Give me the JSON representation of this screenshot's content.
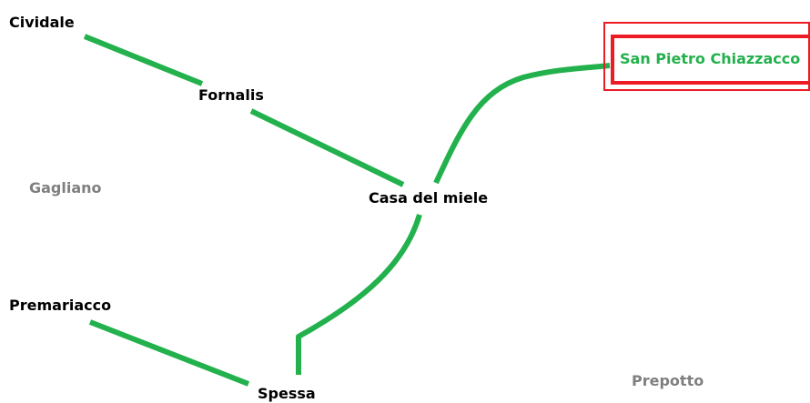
{
  "map": {
    "colors": {
      "route": "#22b14c",
      "highlight_box": "#ed1c24",
      "town_label": "#000000",
      "area_label": "#7f7f7f",
      "highlight_label": "#22b14c"
    },
    "places": {
      "cividale": "Cividale",
      "fornalis": "Fornalis",
      "gagliano": "Gagliano",
      "casa_del_miele": "Casa del miele",
      "premariacco": "Premariacco",
      "spessa": "Spessa",
      "prepotto": "Prepotto",
      "san_pietro_chiazzacco": "San Pietro Chiazzacco"
    },
    "highlighted_place": "San Pietro Chiazzacco"
  }
}
